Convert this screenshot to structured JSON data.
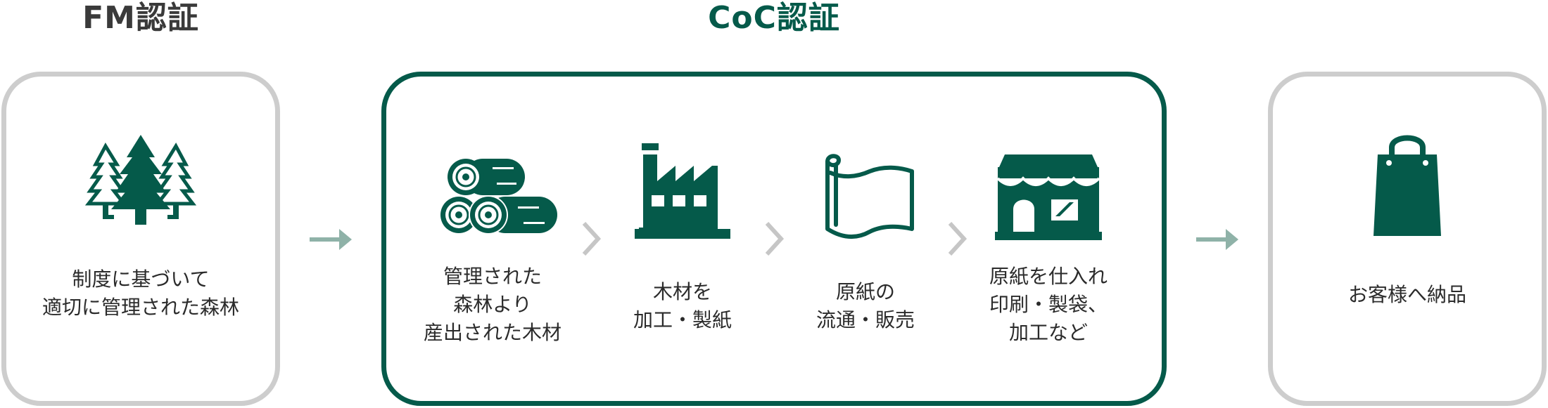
{
  "headings": {
    "fm": "FM認証",
    "coc": "CoC認証"
  },
  "colors": {
    "primary_green": "#055a4a",
    "arrow_green": "#8fb2a8",
    "gray_border": "#cdcdcd",
    "chevron_gray": "#c6c6c6",
    "text": "#2b2b2b"
  },
  "steps": [
    {
      "icon": "forest-icon",
      "lines": [
        "制度に基づいて",
        "適切に管理された森林"
      ]
    },
    {
      "icon": "logs-icon",
      "lines": [
        "管理された",
        "森林より",
        "産出された木材"
      ]
    },
    {
      "icon": "factory-icon",
      "lines": [
        "木材を",
        "加工・製紙"
      ]
    },
    {
      "icon": "paper-roll-icon",
      "lines": [
        "原紙の",
        "流通・販売"
      ]
    },
    {
      "icon": "shop-icon",
      "lines": [
        "原紙を仕入れ",
        "印刷・製袋、",
        "加工など"
      ]
    },
    {
      "icon": "shopping-bag-icon",
      "lines": [
        "お客様へ納品"
      ]
    }
  ]
}
